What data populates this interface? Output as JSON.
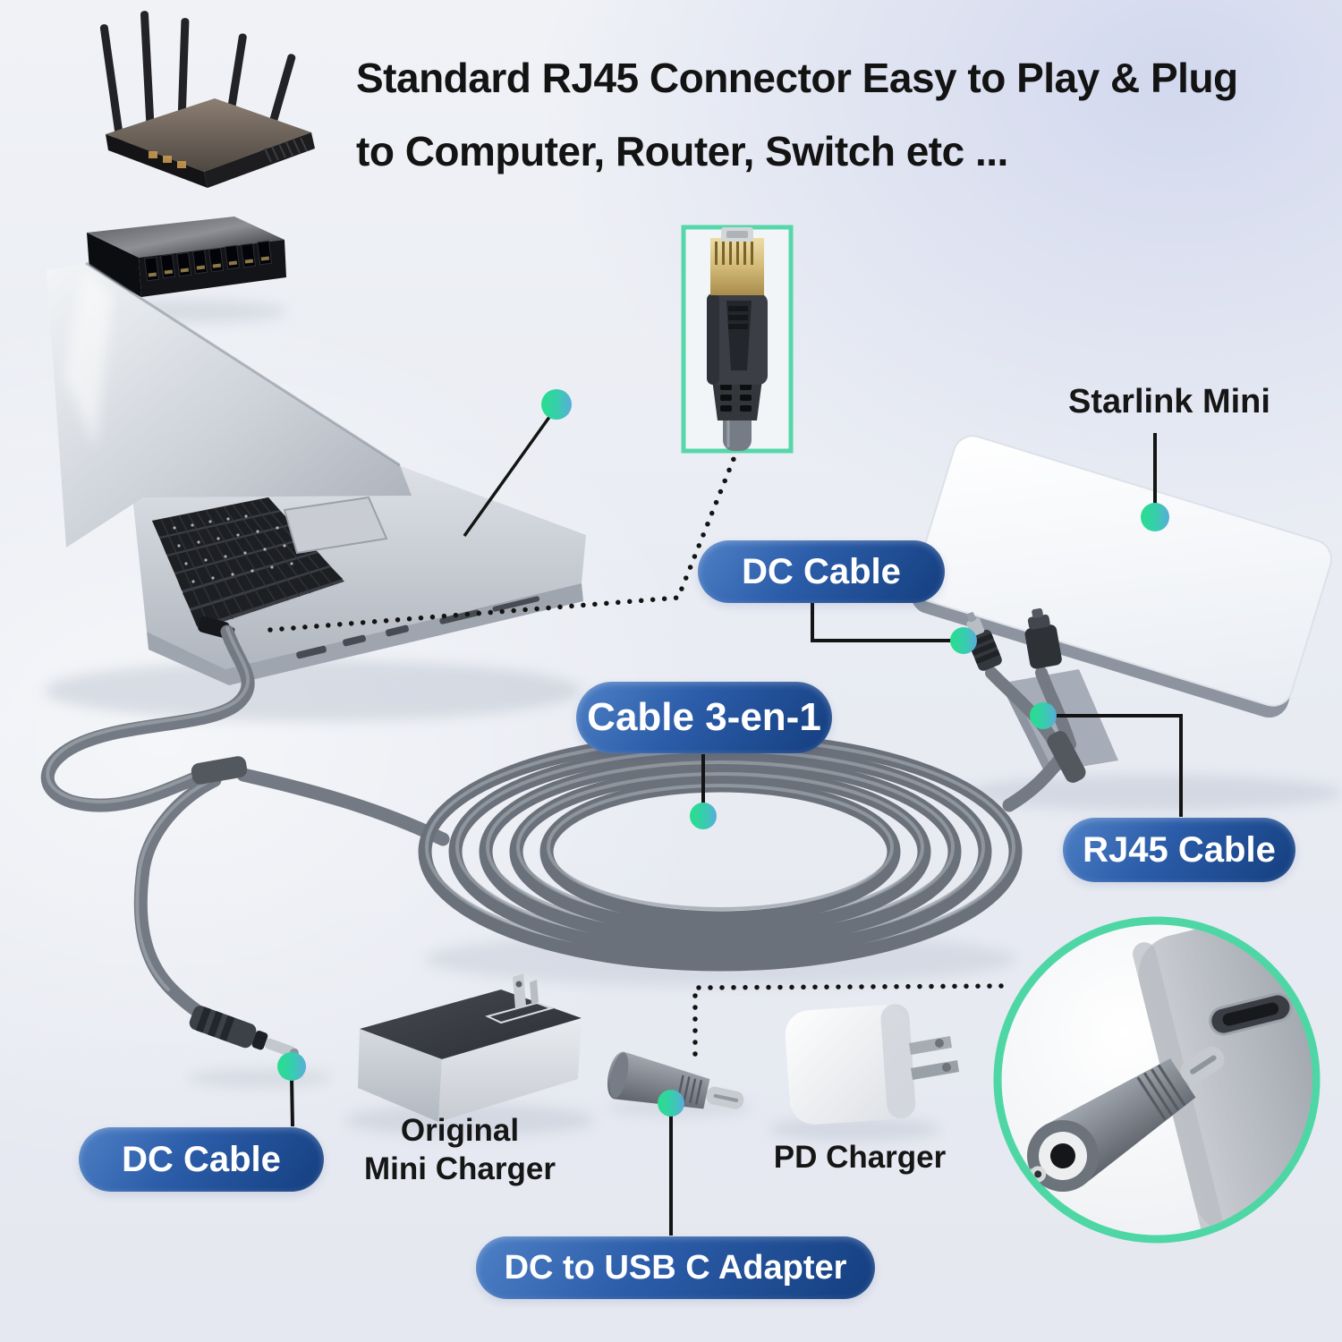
{
  "title": {
    "line1": "Standard RJ45 Connector Easy to Play & Plug",
    "line2": "to Computer, Router, Switch etc ..."
  },
  "badges": {
    "dc_cable_top": "DC Cable",
    "cable_3_in_1": "Cable 3-en-1",
    "rj45_cable": "RJ45 Cable",
    "dc_cable_bottom": "DC Cable",
    "dc_to_usb_c_adapter": "DC to USB C Adapter"
  },
  "labels": {
    "starlink_mini": "Starlink Mini",
    "original_charger_line1": "Original",
    "original_charger_line2": "Mini Charger",
    "pd_charger": "PD Charger"
  },
  "icons": {
    "marker_dot": "teal connection point dot",
    "highlight_box": "teal rectangle around RJ45 connector close-up",
    "detail_circle": "teal circular inset of DC to USB C adapter plugged into PD charger"
  },
  "objects": [
    "wifi-router",
    "ethernet-switch",
    "laptop",
    "rj45-connector-closeup",
    "starlink-mini-dish",
    "3-in-1-cable-coil",
    "dc-barrel-connector",
    "starlink-power-plug",
    "original-mini-charger",
    "pd-charger",
    "dc-to-usb-c-adapter"
  ],
  "colors": {
    "badge_blue_light": "#4e80c6",
    "badge_blue_dark": "#143e7f",
    "badge_text": "#ffffff",
    "accent_teal": "#4ed7a5",
    "marker_green": "#27df8b",
    "marker_blue": "#59acdb",
    "headline_text": "#131313",
    "label_text": "#161616",
    "cable_gray": "#747a83",
    "background_tint": "#d9dff0"
  }
}
